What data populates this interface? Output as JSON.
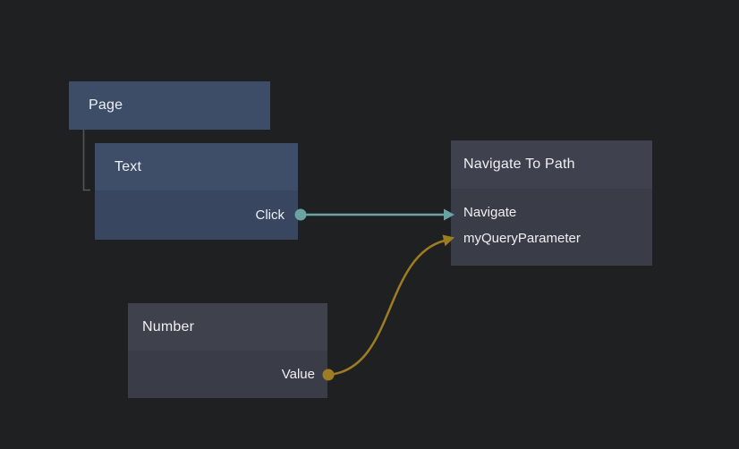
{
  "canvas": {
    "background_color": "#1f2021"
  },
  "hierarchy": {
    "line_color": "#54575a"
  },
  "nodes": {
    "page": {
      "title": "Page",
      "color": "#3d4d68"
    },
    "text": {
      "title": "Text",
      "header_color": "#3e4d68",
      "body_color": "#384660",
      "outputs": [
        {
          "label": "Click",
          "port_color": "#6ba2a2"
        }
      ]
    },
    "navigate_to_path": {
      "title": "Navigate To Path",
      "header_color": "#3f424e",
      "body_color": "#3a3d48",
      "inputs": [
        {
          "label": "Navigate"
        },
        {
          "label": "myQueryParameter"
        }
      ]
    },
    "number": {
      "title": "Number",
      "header_color": "#3f424d",
      "body_color": "#3a3d47",
      "outputs": [
        {
          "label": "Value",
          "port_color": "#9e7c22"
        }
      ]
    }
  },
  "connections": [
    {
      "from_node": "Text",
      "from_port": "Click",
      "to_node": "Navigate To Path",
      "to_port": "Navigate",
      "color": "#6ba2a2"
    },
    {
      "from_node": "Number",
      "from_port": "Value",
      "to_node": "Navigate To Path",
      "to_port": "myQueryParameter",
      "color": "#9e7c22"
    }
  ]
}
